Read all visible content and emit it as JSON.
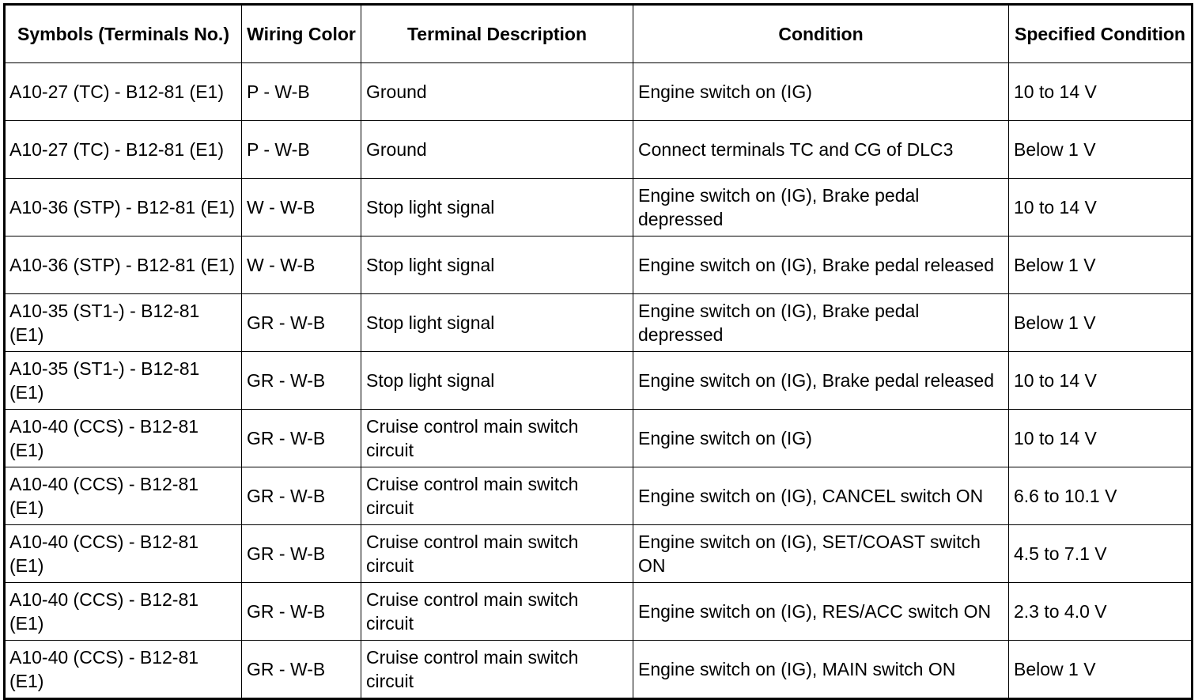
{
  "table": {
    "headers": [
      "Symbols (Terminals No.)",
      "Wiring Color",
      "Terminal Description",
      "Condition",
      "Specified Condition"
    ],
    "rows": [
      [
        "A10-27 (TC) - B12-81 (E1)",
        "P - W-B",
        "Ground",
        "Engine switch on (IG)",
        "10 to 14 V"
      ],
      [
        "A10-27 (TC) - B12-81 (E1)",
        "P - W-B",
        "Ground",
        "Connect terminals TC and CG of DLC3",
        "Below 1 V"
      ],
      [
        "A10-36 (STP) - B12-81 (E1)",
        "W - W-B",
        "Stop light signal",
        "Engine switch on (IG), Brake pedal depressed",
        "10 to 14 V"
      ],
      [
        "A10-36 (STP) - B12-81 (E1)",
        "W - W-B",
        "Stop light signal",
        "Engine switch on (IG), Brake pedal released",
        "Below 1 V"
      ],
      [
        "A10-35 (ST1-) - B12-81 (E1)",
        "GR - W-B",
        "Stop light signal",
        "Engine switch on (IG), Brake pedal depressed",
        "Below 1 V"
      ],
      [
        "A10-35 (ST1-) - B12-81 (E1)",
        "GR - W-B",
        "Stop light signal",
        "Engine switch on (IG), Brake pedal released",
        "10 to 14 V"
      ],
      [
        "A10-40 (CCS) - B12-81 (E1)",
        "GR - W-B",
        "Cruise control main switch circuit",
        "Engine switch on (IG)",
        "10 to 14 V"
      ],
      [
        "A10-40 (CCS) - B12-81 (E1)",
        "GR - W-B",
        "Cruise control main switch circuit",
        "Engine switch on (IG), CANCEL switch ON",
        "6.6 to 10.1 V"
      ],
      [
        "A10-40 (CCS) - B12-81 (E1)",
        "GR - W-B",
        "Cruise control main switch circuit",
        "Engine switch on (IG), SET/COAST switch ON",
        "4.5 to 7.1 V"
      ],
      [
        "A10-40 (CCS) - B12-81 (E1)",
        "GR - W-B",
        "Cruise control main switch circuit",
        "Engine switch on (IG), RES/ACC switch ON",
        "2.3 to 4.0 V"
      ],
      [
        "A10-40 (CCS) - B12-81 (E1)",
        "GR - W-B",
        "Cruise control main switch circuit",
        "Engine switch on (IG), MAIN switch ON",
        "Below 1 V"
      ]
    ]
  },
  "colors": {
    "border": "#000000",
    "text": "#000000",
    "background": "#ffffff"
  }
}
